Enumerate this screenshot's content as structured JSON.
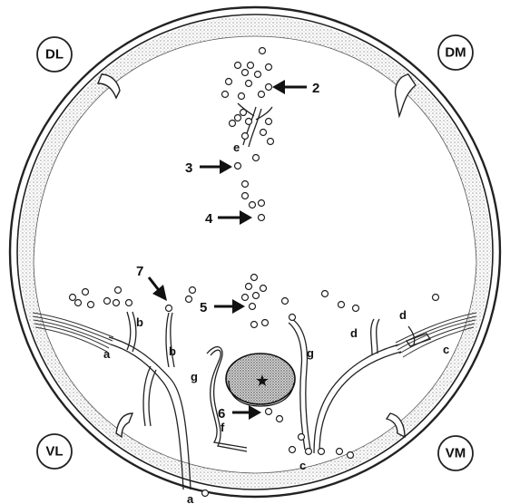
{
  "corner_labels": {
    "dl": "DL",
    "dm": "DM",
    "vl": "VL",
    "vm": "VM"
  },
  "numbers": {
    "n2": "2",
    "n3": "3",
    "n4": "4",
    "n5": "5",
    "n6": "6",
    "n7": "7"
  },
  "letters": {
    "a_left": "a",
    "a_bottom": "a",
    "b_left": "b",
    "b_mid": "b",
    "c_bottom": "c",
    "c_right": "c",
    "d_mid": "d",
    "d_right": "d",
    "e": "e",
    "f": "f",
    "g_left": "g",
    "g_right": "g"
  },
  "center_mark": "★"
}
